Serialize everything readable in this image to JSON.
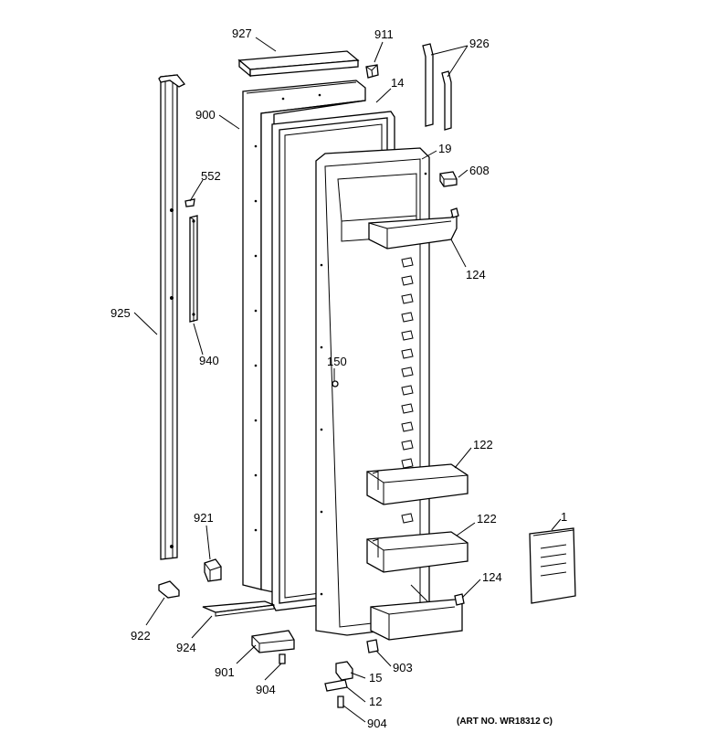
{
  "diagram": {
    "labels": {
      "p927": "927",
      "p911": "911",
      "p926": "926",
      "p14": "14",
      "p900": "900",
      "p19": "19",
      "p608": "608",
      "p552": "552",
      "p124a": "124",
      "p925": "925",
      "p940": "940",
      "p150": "150",
      "p122a": "122",
      "p122b": "122",
      "p1": "1",
      "p921": "921",
      "p124b": "124",
      "p922": "922",
      "p924": "924",
      "p901": "901",
      "p903": "903",
      "p904a": "904",
      "p15": "15",
      "p12": "12",
      "p904b": "904"
    },
    "art_number": "(ART NO. WR18312 C)"
  }
}
